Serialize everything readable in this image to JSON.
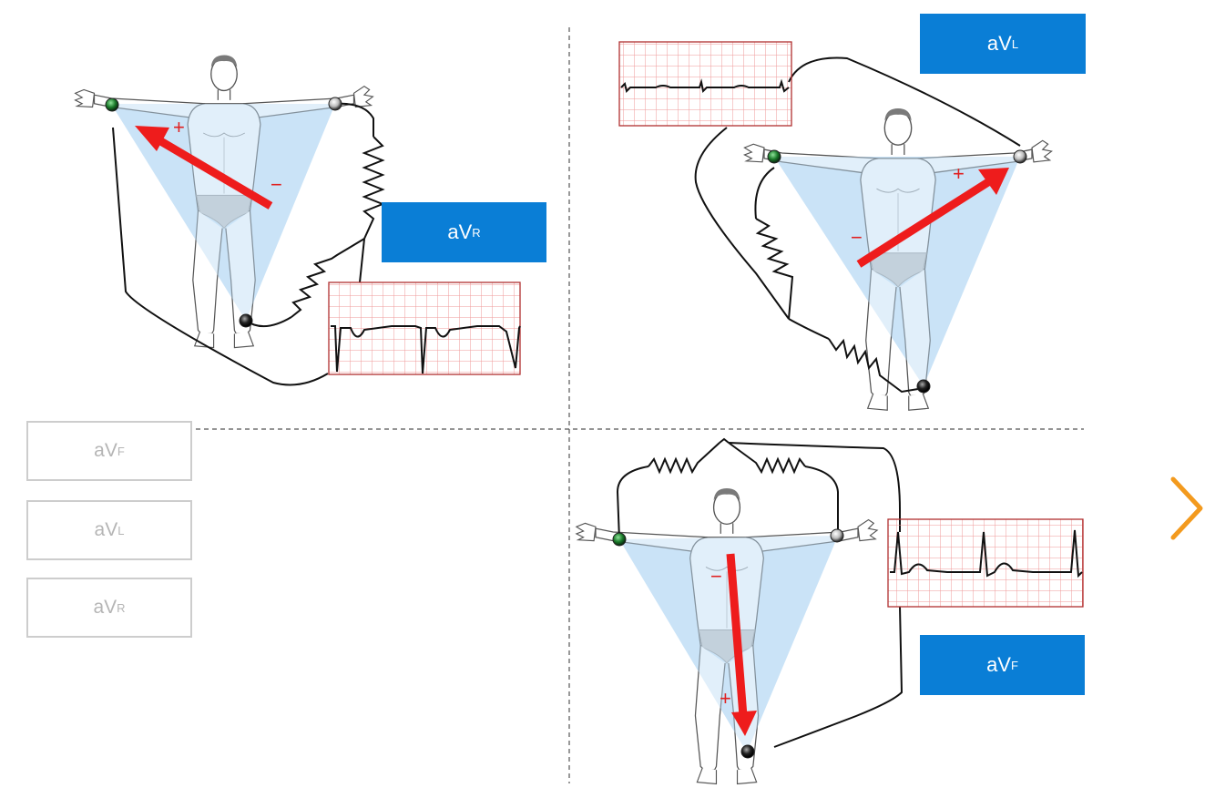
{
  "lead_labels": {
    "avr": {
      "base": "aV",
      "sub": "R"
    },
    "avl": {
      "base": "aV",
      "sub": "L"
    },
    "avf": {
      "base": "aV",
      "sub": "F"
    }
  },
  "choices": [
    {
      "base": "aV",
      "sub": "F"
    },
    {
      "base": "aV",
      "sub": "L"
    },
    {
      "base": "aV",
      "sub": "R"
    }
  ],
  "polarity": {
    "plus": "+",
    "minus": "−"
  },
  "colors": {
    "label_bg": "#0a7ed6",
    "vector_arrow": "#ee1c1c",
    "triangle_fill": "#cfe6f8",
    "ecg_grid": "#ee9a9a",
    "next_arrow": "#f39a1e",
    "choice_border": "#cdcdcd"
  },
  "icons": {
    "next": "chevron-right-icon",
    "electrode": "electrode-icon"
  }
}
